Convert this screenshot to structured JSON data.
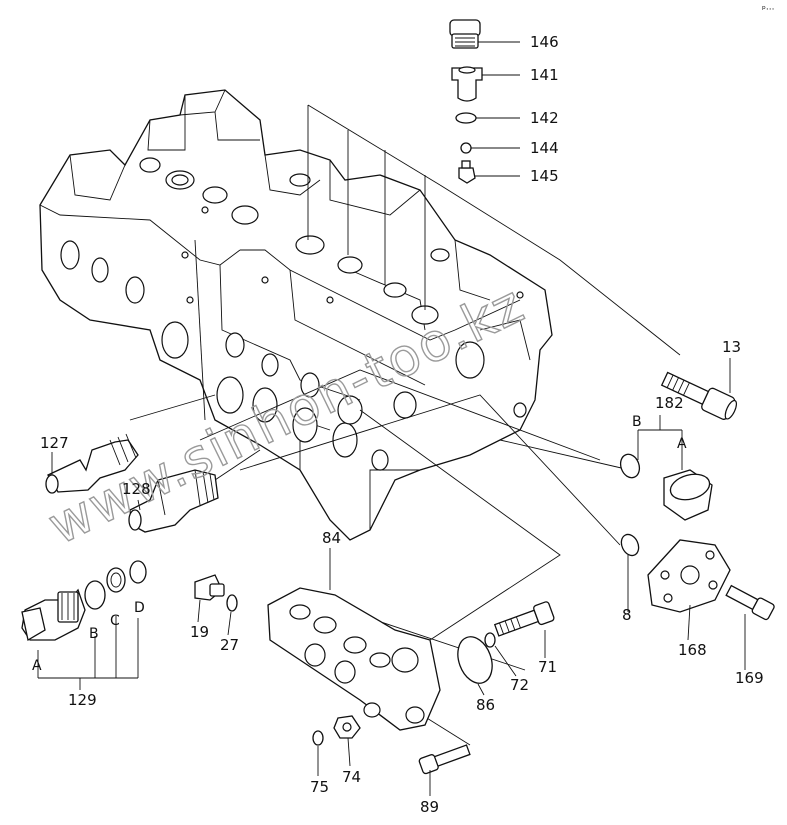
{
  "watermark": "www.sinhon-too.kz",
  "corner_mark": "ᵖ···",
  "callouts": [
    {
      "id": "146",
      "text": "146"
    },
    {
      "id": "141",
      "text": "141"
    },
    {
      "id": "142",
      "text": "142"
    },
    {
      "id": "144",
      "text": "144"
    },
    {
      "id": "145",
      "text": "145"
    },
    {
      "id": "13",
      "text": "13"
    },
    {
      "id": "182",
      "text": "182"
    },
    {
      "id": "127",
      "text": "127"
    },
    {
      "id": "128",
      "text": "128"
    },
    {
      "id": "84",
      "text": "84"
    },
    {
      "id": "129",
      "text": "129"
    },
    {
      "id": "19",
      "text": "19"
    },
    {
      "id": "27",
      "text": "27"
    },
    {
      "id": "86",
      "text": "86"
    },
    {
      "id": "72",
      "text": "72"
    },
    {
      "id": "71",
      "text": "71"
    },
    {
      "id": "8",
      "text": "8"
    },
    {
      "id": "168",
      "text": "168"
    },
    {
      "id": "169",
      "text": "169"
    },
    {
      "id": "75",
      "text": "75"
    },
    {
      "id": "74",
      "text": "74"
    },
    {
      "id": "89",
      "text": "89"
    }
  ],
  "sub_letters": {
    "b_182": "B",
    "a_182": "A",
    "a_129": "A",
    "b_129": "B",
    "c_129": "C",
    "d_129": "D"
  }
}
